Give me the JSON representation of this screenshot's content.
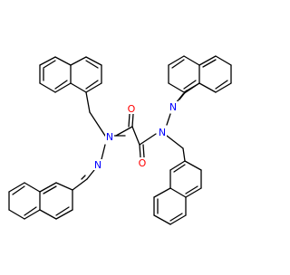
{
  "structure": {
    "atom_labels": {
      "o_upper": "O",
      "o_lower": "O",
      "n_left_amide": "N",
      "n_left_imine": "N",
      "n_right_amide": "N",
      "n_right_imine": "N"
    },
    "colors": {
      "bond": "#000000",
      "oxygen": "#ff0000",
      "nitrogen": "#0000ff",
      "background": "#ffffff"
    }
  }
}
